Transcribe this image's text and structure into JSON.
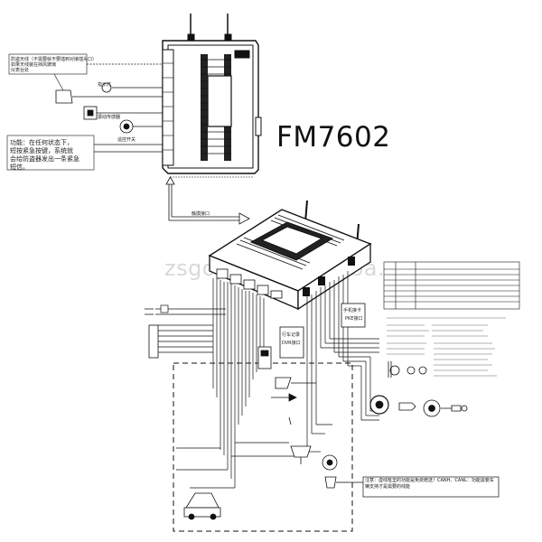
{
  "title": "FM7602",
  "watermark": "zsgopro.en.alibaba.com",
  "labels": {
    "pke_port": "手机接卡 PKE接口",
    "dvr_port": "行车记录 DVR接口",
    "upgrade_port": "触摸接口",
    "can_note": "注意：虚线框里的功能是免费赠送！CANH、CANL：功能需要车辆支持才是需要的线能"
  },
  "colors": {
    "line": "#111111",
    "module": "#1a1a1a",
    "heatsink": "#222222"
  }
}
